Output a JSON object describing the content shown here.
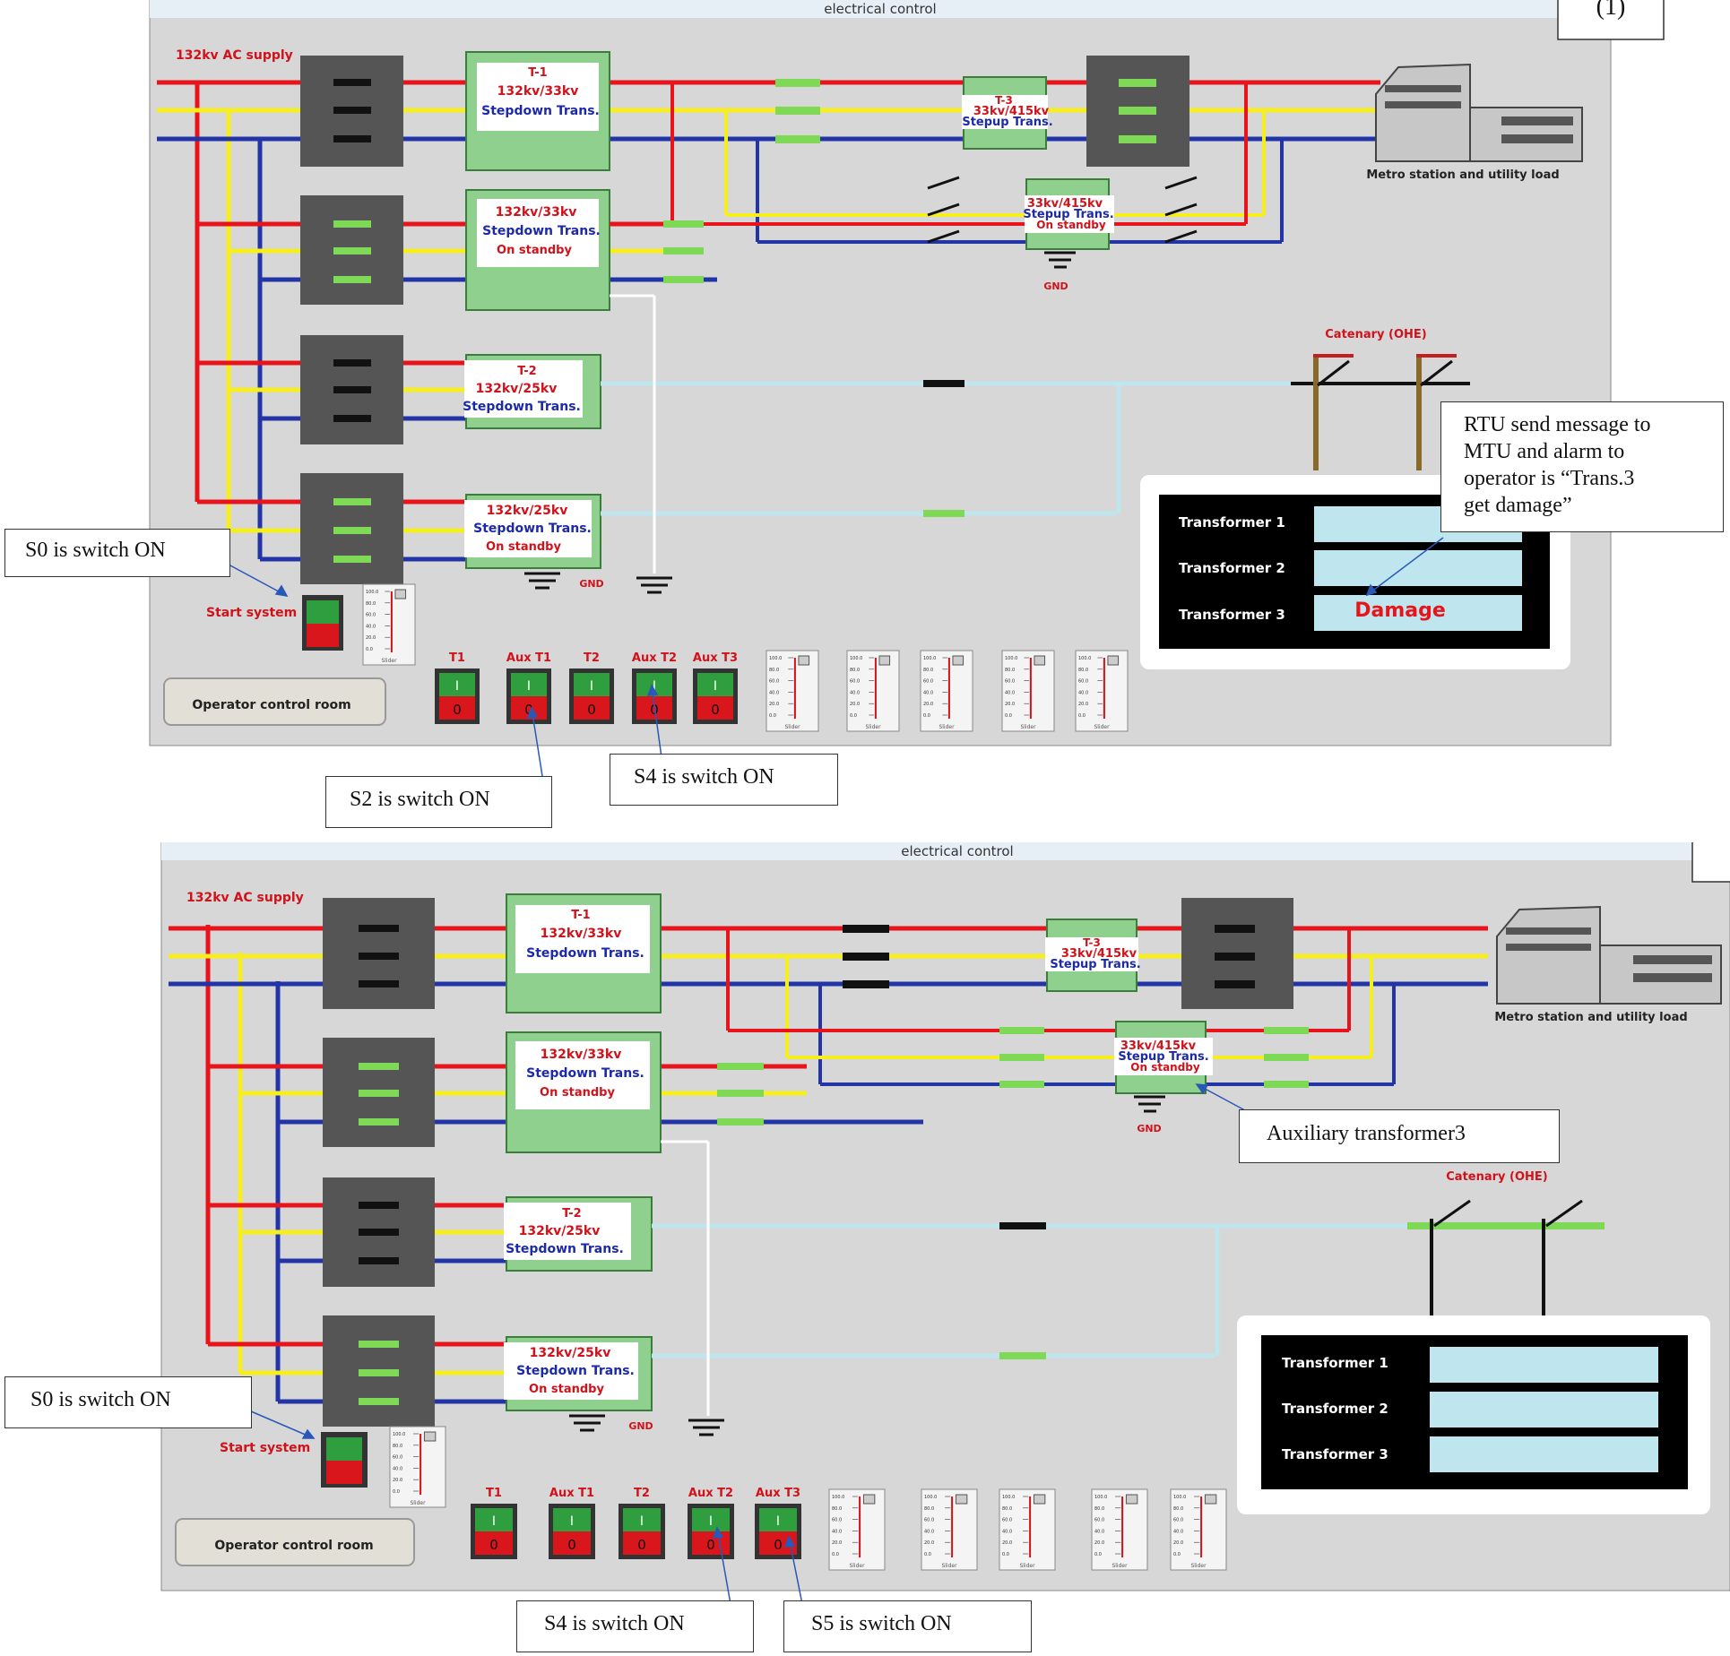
{
  "panel1": {
    "window_title": "electrical control",
    "label": "(1)",
    "supply_label": "132kv AC supply",
    "t1": {
      "name": "T-1",
      "rating": "132kv/33kv",
      "type": "Stepdown Trans."
    },
    "t1_aux": {
      "rating": "132kv/33kv",
      "type": "Stepdown Trans.",
      "status": "On standby"
    },
    "t2": {
      "name": "T-2",
      "rating": "132kv/25kv",
      "type": "Stepdown Trans."
    },
    "t2_aux": {
      "rating": "132kv/25kv",
      "type": "Stepdown Trans.",
      "status": "On standby"
    },
    "t3": {
      "name": "T-3",
      "rating": "33kv/415kv",
      "type": "Stepup Trans."
    },
    "t3_aux": {
      "rating": "33kv/415kv",
      "type": "Stepup Trans.",
      "status": "On standby"
    },
    "gnd": "GND",
    "load_label": "Metro station and utility load",
    "catenary_label": "Catenary (OHE)",
    "start_label": "Start system",
    "operator_button": "Operator control room",
    "switch_labels": [
      "T1",
      "Aux T1",
      "T2",
      "Aux T2",
      "Aux T3"
    ],
    "switch_on": "I",
    "switch_off": "0",
    "slider_caption": "Slider",
    "status_panel": {
      "rows": [
        "Transformer 1",
        "Transformer 2",
        "Transformer 3"
      ],
      "values": [
        "",
        "",
        "Damage"
      ]
    }
  },
  "panel2": {
    "window_title": "electrical control",
    "supply_label": "132kv AC supply",
    "t1": {
      "name": "T-1",
      "rating": "132kv/33kv",
      "type": "Stepdown Trans."
    },
    "t1_aux": {
      "rating": "132kv/33kv",
      "type": "Stepdown Trans.",
      "status": "On standby"
    },
    "t2": {
      "name": "T-2",
      "rating": "132kv/25kv",
      "type": "Stepdown Trans."
    },
    "t2_aux": {
      "rating": "132kv/25kv",
      "type": "Stepdown Trans.",
      "status": "On standby"
    },
    "t3": {
      "name": "T-3",
      "rating": "33kv/415kv",
      "type": "Stepup Trans."
    },
    "t3_aux": {
      "rating": "33kv/415kv",
      "type": "Stepup Trans.",
      "status": "On standby"
    },
    "gnd": "GND",
    "load_label": "Metro station and utility load",
    "catenary_label": "Catenary (OHE)",
    "start_label": "Start system",
    "operator_button": "Operator control room",
    "switch_labels": [
      "T1",
      "Aux T1",
      "T2",
      "Aux T2",
      "Aux T3"
    ],
    "switch_on": "I",
    "switch_off": "0",
    "slider_caption": "Slider",
    "status_panel": {
      "rows": [
        "Transformer 1",
        "Transformer 2",
        "Transformer 3"
      ],
      "values": [
        "",
        "",
        ""
      ]
    }
  },
  "slider_scale": [
    "100.0",
    "80.0",
    "60.0",
    "40.0",
    "20.0",
    "0.0"
  ],
  "callouts": {
    "p1_s0": "S0 is switch ON",
    "p1_s2": "S2 is switch ON",
    "p1_s4": "S4 is switch ON",
    "p1_rtu": [
      "RTU send message to",
      "MTU and alarm to",
      "operator  is “Trans.3",
      "get damage”"
    ],
    "p2_s0": "S0 is switch ON",
    "p2_s4": "S4 is switch ON",
    "p2_s5": "S5 is switch ON",
    "p2_aux": "Auxiliary transformer3"
  },
  "colors": {
    "red_phase": "#e8141b",
    "yellow_phase": "#f7ee1e",
    "blue_phase": "#2335a6",
    "bus_light": "#bfe6ee",
    "breaker_closed": "#7ed957",
    "transformer": "#8fd08f",
    "panel_bg": "#d7d7d7",
    "text_red": "#d0121b",
    "text_blue": "#1d2aa8"
  }
}
